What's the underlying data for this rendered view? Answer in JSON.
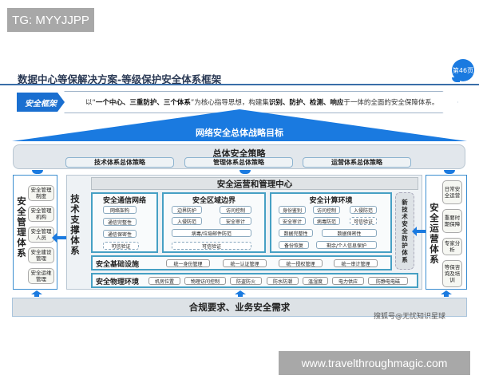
{
  "watermarks": {
    "top": "TG: MYYJJPP",
    "bottom": "www.travelthroughmagic.com"
  },
  "header": {
    "title": "数据中心等保解决方案-等级保护安全体系框架",
    "page_badge": "第46页"
  },
  "framework": {
    "tag": "安全框架",
    "desc_prefix": "以“",
    "desc_bold1": "一个中心、三重防护、三个体系",
    "desc_mid": "”为核心指导思想，构建集",
    "desc_bold2": "识别、防护、检测、响应",
    "desc_suffix": "于一体的全面的安全保障体系。"
  },
  "goal": "网络安全总体战略目标",
  "strategy": {
    "title": "总体安全策略",
    "items": [
      "技术体系总体策略",
      "管理体系总体策略",
      "运营体系总体策略"
    ]
  },
  "management_system": {
    "title": "安全管理体系",
    "items": [
      "安全管理制度",
      "安全管理机构",
      "安全管理人员",
      "安全建设管理",
      "安全运维管理"
    ]
  },
  "tech_support": {
    "title": "技术支撑体系"
  },
  "ops_center": "安全运营和管理中心",
  "zones": [
    {
      "title": "安全通信网络",
      "items": [
        "网络架构",
        "通信完整性",
        "通信保密性",
        "可信验证"
      ]
    },
    {
      "title": "安全区域边界",
      "items": [
        "边界防护",
        "访问控制",
        "入侵防范",
        "安全审计",
        "病毒/垃圾邮件防范",
        "可信验证"
      ]
    },
    {
      "title": "安全计算环境",
      "items": [
        "身份鉴别",
        "访问控制",
        "入侵防范",
        "安全审计",
        "病毒防范",
        "可信验证",
        "数据完整性",
        "数据保密性",
        "备份恢复",
        "剩余/个人信息保护"
      ]
    }
  ],
  "new_tech": "新技术安全防护体系",
  "infrastructure": {
    "title": "安全基础设施",
    "items": [
      "统一身份管理",
      "统一认证管理",
      "统一授权管理",
      "统一审计管理"
    ]
  },
  "physical": {
    "title": "安全物理环境",
    "items": [
      "机房位置",
      "物理访问控制",
      "防盗防火",
      "防水防潮",
      "温湿度",
      "电力供应",
      "防静电电磁"
    ]
  },
  "operations_system": {
    "title": "安全运营体系",
    "items": [
      "日常安全运营",
      "重要时期保障",
      "专家分析",
      "等保咨询及培训"
    ]
  },
  "base": "合规要求、业务安全需求",
  "credit": "搜狐号@无忧知识星球",
  "colors": {
    "primary_blue": "#1a7ae0",
    "title_navy": "#2b3a55",
    "zone_border": "#46a0c4",
    "panel_gray": "#e2e7ec"
  }
}
